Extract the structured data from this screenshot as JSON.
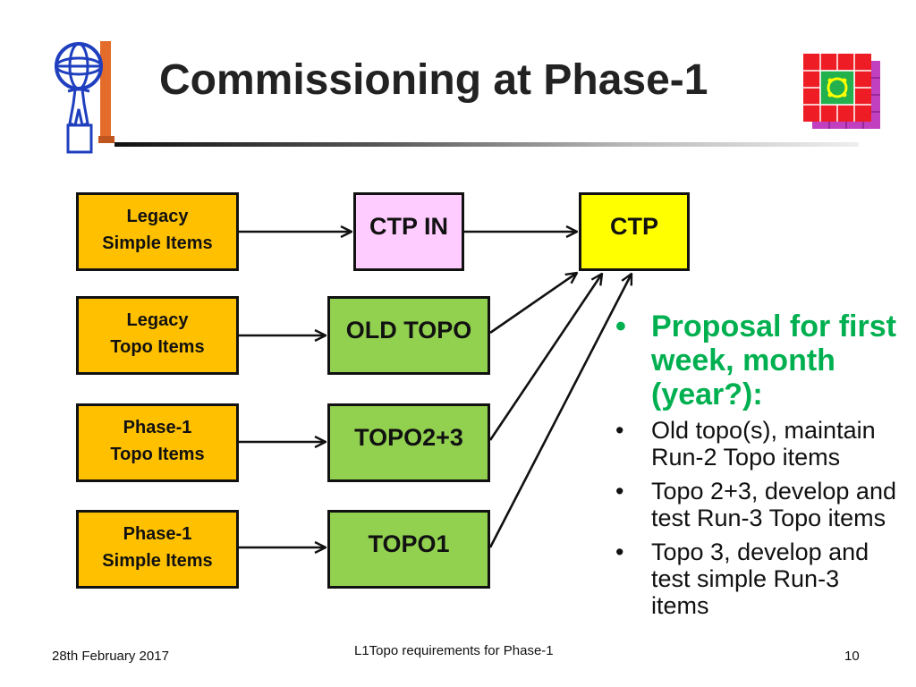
{
  "slide": {
    "title": "Commissioning at Phase-1"
  },
  "icons": {
    "left_logo": "atlas-figure-icon",
    "right_logo": "grid-topology-icon"
  },
  "colors": {
    "source_box": "#ffc000",
    "ctp_in_box": "#ffccff",
    "topo_box": "#92d050",
    "ctp_box": "#ffff00",
    "proposal_text": "#00b050"
  },
  "diagram": {
    "sources": [
      {
        "line1": "Legacy",
        "line2": "Simple Items"
      },
      {
        "line1": "Legacy",
        "line2": "Topo Items"
      },
      {
        "line1": "Phase-1",
        "line2": "Topo Items"
      },
      {
        "line1": "Phase-1",
        "line2": "Simple Items"
      }
    ],
    "middle": [
      "CTP IN",
      "OLD TOPO",
      "TOPO2+3",
      "TOPO1"
    ],
    "ctp": "CTP"
  },
  "bullets": {
    "main": "Proposal for first week, month (year?):",
    "items": [
      "Old topo(s), maintain Run-2 Topo items",
      "Topo 2+3, develop and test Run-3 Topo items",
      "Topo 3, develop and test simple Run-3 items"
    ]
  },
  "footer": {
    "date": "28th February 2017",
    "center": "L1Topo requirements for Phase-1",
    "page": "10"
  }
}
